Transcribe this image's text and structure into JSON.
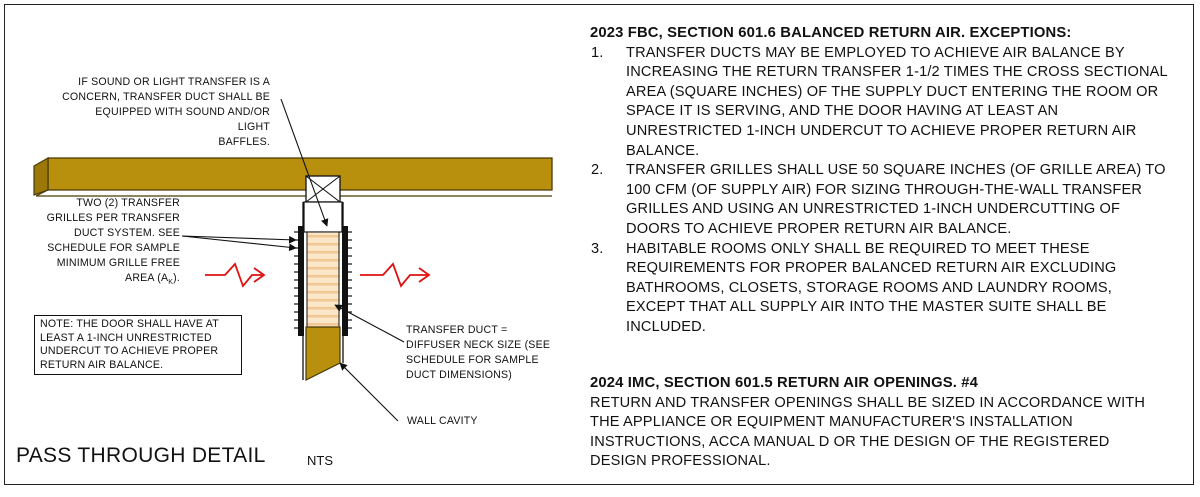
{
  "drawing": {
    "note_sound": [
      "IF SOUND OR LIGHT TRANSFER IS A",
      "CONCERN, TRANSFER DUCT SHALL BE",
      "EQUIPPED WITH SOUND AND/OR LIGHT",
      "BAFFLES."
    ],
    "note_grilles": [
      "TWO (2) TRANSFER",
      "GRILLES PER TRANSFER",
      "DUCT SYSTEM.  SEE",
      "SCHEDULE FOR SAMPLE",
      "MINIMUM GRILLE FREE",
      "AREA (A"
    ],
    "note_grilles_sub": "K",
    "note_grilles_end": ").",
    "note_door": [
      "NOTE: THE DOOR SHALL HAVE AT",
      "LEAST A 1-INCH UNRESTRICTED",
      "UNDERCUT TO ACHIEVE PROPER",
      "RETURN AIR BALANCE."
    ],
    "note_duct": [
      "TRANSFER  DUCT =",
      "DIFFUSER NECK SIZE (SEE",
      "SCHEDULE FOR SAMPLE",
      "DUCT DIMENSIONS)"
    ],
    "note_wall": "WALL CAVITY",
    "title": "PASS THROUGH DETAIL",
    "scale": "NTS",
    "colors": {
      "lumber": "#b8900d",
      "lumber_dark": "#7a5e05",
      "duct_fill": "#fbe6c8",
      "duct_stripe": "#f2c794",
      "arrow": "#e01010"
    }
  },
  "code": {
    "fbc_heading": "2023 FBC, SECTION 601.6 BALANCED RETURN AIR.  EXCEPTIONS:",
    "fbc_items": [
      {
        "num": "1.",
        "lines": [
          "TRANSFER DUCTS MAY BE EMPLOYED TO ACHIEVE AIR BALANCE BY",
          "INCREASING THE RETURN TRANSFER 1-1/2 TIMES THE CROSS SECTIONAL",
          "AREA (SQUARE INCHES) OF THE SUPPLY DUCT ENTERING THE ROOM OR",
          "SPACE IT IS SERVING, AND THE DOOR HAVING AT LEAST AN",
          "UNRESTRICTED 1-INCH UNDERCUT TO ACHIEVE PROPER RETURN AIR",
          "BALANCE."
        ]
      },
      {
        "num": "2.",
        "lines": [
          "TRANSFER GRILLES SHALL USE 50 SQUARE INCHES (OF GRILLE AREA) TO",
          "100 CFM (OF SUPPLY AIR) FOR SIZING THROUGH-THE-WALL TRANSFER",
          "GRILLES AND USING AN UNRESTRICTED 1-INCH UNDERCUTTING OF",
          "DOORS TO ACHIEVE PROPER RETURN AIR BALANCE."
        ]
      },
      {
        "num": "3.",
        "lines": [
          "HABITABLE ROOMS ONLY SHALL BE REQUIRED TO MEET THESE",
          "REQUIREMENTS FOR PROPER BALANCED RETURN AIR EXCLUDING",
          "BATHROOMS, CLOSETS, STORAGE ROOMS AND LAUNDRY ROOMS,",
          "EXCEPT THAT ALL SUPPLY AIR INTO THE MASTER SUITE SHALL BE",
          "INCLUDED."
        ]
      }
    ],
    "imc_heading": "2024 IMC, SECTION 601.5 RETURN AIR OPENINGS.  #4",
    "imc_lines": [
      "RETURN AND TRANSFER OPENINGS SHALL BE SIZED IN ACCORDANCE WITH",
      "THE APPLIANCE  OR EQUIPMENT MANUFACTURER'S INSTALLATION",
      "INSTRUCTIONS, ACCA MANUAL D OR THE DESIGN OF THE REGISTERED",
      "DESIGN PROFESSIONAL."
    ]
  }
}
